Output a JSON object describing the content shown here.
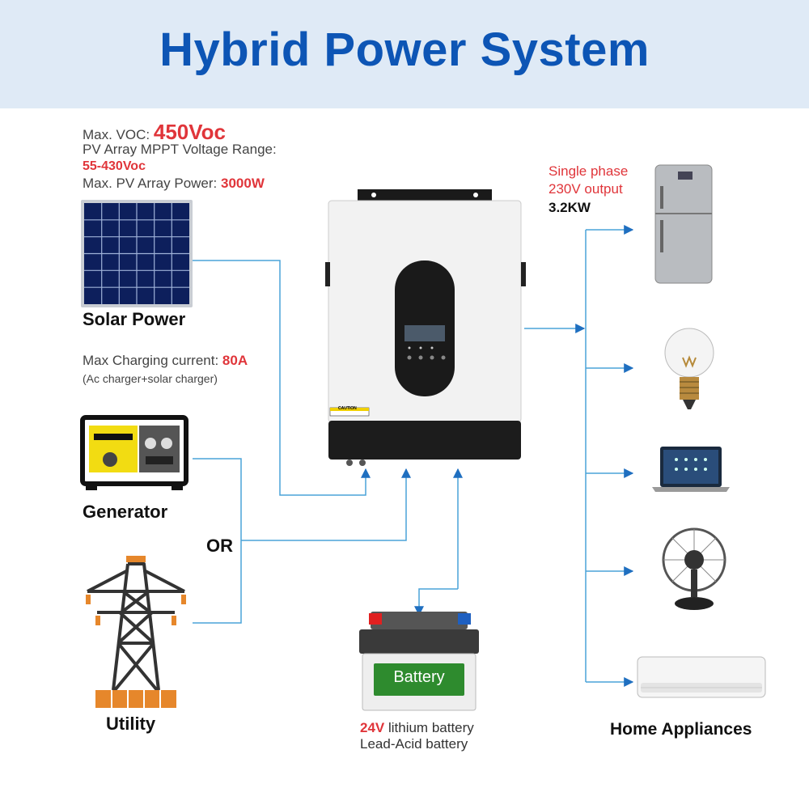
{
  "title": "Hybrid Power System",
  "solar": {
    "voc_label": "Max. VOC:",
    "voc_value": "450Voc",
    "mppt_label": "PV Array MPPT Voltage Range:",
    "mppt_value": "55-430Voc",
    "power_label": "Max. PV Array Power:",
    "power_value": "3000W",
    "name": "Solar Power"
  },
  "charging": {
    "label": "Max Charging current:",
    "value": "80A",
    "note": "(Ac charger+solar charger)"
  },
  "generator": {
    "name": "Generator"
  },
  "or_label": "OR",
  "utility": {
    "name": "Utility"
  },
  "output": {
    "line1": "Single phase",
    "line2": "230V output",
    "power": "3.2KW"
  },
  "battery": {
    "label": "Battery",
    "voltage": "24V",
    "line1_rest": " lithium battery",
    "line2": "Lead-Acid battery"
  },
  "appliances": {
    "name": "Home Appliances"
  },
  "inverter": {
    "caution": "CAUTION"
  },
  "colors": {
    "title": "#0d55b5",
    "banner": "#dfeaf6",
    "accent_red": "#e0353a",
    "wire": "#4aa3d8",
    "arrow": "#1f6fc0"
  },
  "icons": [
    "solar-panel-icon",
    "generator-icon",
    "transmission-tower-icon",
    "battery-icon",
    "refrigerator-icon",
    "light-bulb-icon",
    "laptop-icon",
    "fan-icon",
    "air-conditioner-icon"
  ]
}
